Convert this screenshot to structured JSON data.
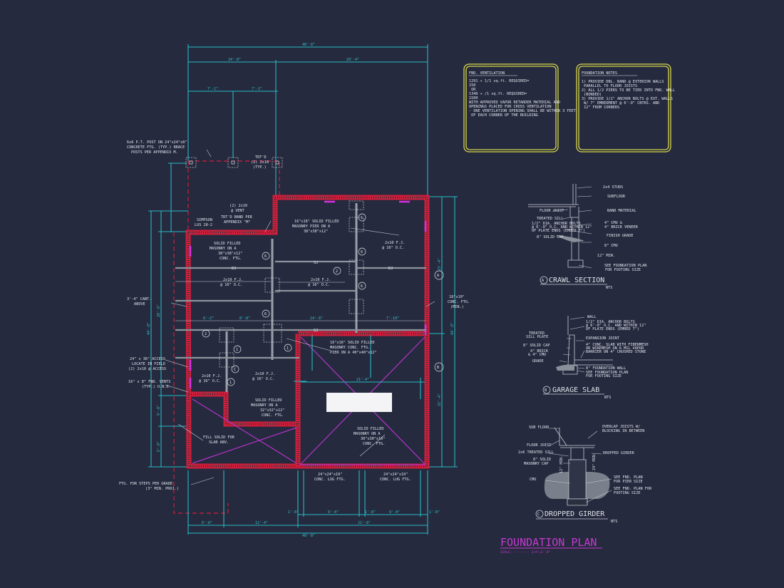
{
  "colors": {
    "background": "#262a3e",
    "dimension": "#27b9c4",
    "wall": "#d01e3c",
    "slab": "#b433c9",
    "notes_border": "#d6d84c",
    "title": "#c43ad0"
  },
  "title": {
    "main": "FOUNDATION PLAN",
    "scale": "SCALE: -------- 1/4\"=1'-0\""
  },
  "ventilation": {
    "heading": "FND. VENTILATION",
    "lines": [
      "1291 ÷     1/1 sq.ft. REQUIRED=",
      "150",
      "         OR",
      "1340 ÷      /1 sq.ft. REQUIRED=",
      "1500",
      "WITH APPROVED VAPOR RETARDER MATERIAL AND",
      "OPENINGS PLACED FOR CROSS VENTILATION",
      "",
      "· ONE VENTILATION OPENING SHALL BE WITHIN 3 FEET",
      "  OF EACH CORNER OF THE BUILDING"
    ]
  },
  "notes": {
    "heading": "FOUNDATION NOTES",
    "lines": [
      "1) PROVIDE DBL. BAND @ EXTERIOR WALLS",
      "   PARALLEL TO FLOOR JOISTS",
      "2) ALL 1/2 PIERS TO BE TIED INTO FND. WALL",
      "   (BONDED)",
      "3) PROVIDE 1/2\" ANCHOR BOLTS @ EXT. WALLS",
      "   W/ 7\" EMBEDMENT @ 6'-0\" CNTRS. AND",
      "   12\" FROM CORNERS"
    ]
  },
  "dims": {
    "top_total": "48'-8\"",
    "top_left": "14'-8\"",
    "top_right": "29'-4\"",
    "post_1": "7'-1\"",
    "post_2": "7'-1\"",
    "bottom_total": "48'-8\"",
    "bottom_1": "6'-8\"",
    "bottom_2": "12'-4\"",
    "bottom_3": "21'-8\"",
    "bottom_sub_1": "1'-8\"",
    "bottom_sub_2": "9'-4\"",
    "bottom_sub_3": "1'-8\"",
    "bottom_sub_4": "9'-4\"",
    "bottom_sub_5": "1'-8\"",
    "left_total": "44'-8\"",
    "left_1": "28'-8\"",
    "left_2": "9'-8\"",
    "left_3": "6'-8\"",
    "right_total": "44'-8\"",
    "right_1": "23'-4\"",
    "right_2": "21'-4\"",
    "garage_width": "21'-4\"",
    "span_1": "6'-2\"",
    "span_2": "8'-8\"",
    "span_3": "14'-8\"",
    "span_4": "7'-10\""
  },
  "plan_labels": {
    "post": [
      "6x6 P.T. POST ON 24\"x24\"x8\"",
      "CONCRETE FTG. (TYP.) BRACE",
      "POSTS PER APPENDIX M."
    ],
    "trtd": [
      "TRT'D",
      "(2) 2x10",
      "(TYP.)"
    ],
    "simpson": [
      "SIMPSON",
      "LUS 28-2"
    ],
    "vent": [
      "(2) 2x10",
      "@ VENT"
    ],
    "band": [
      "TRT'D BAND PER",
      "APPENDIX \"M\""
    ],
    "pier16": [
      "16\"x16\" SOLID FILLED",
      "MASONRY PIER ON A",
      "38\"x38\"x12\""
    ],
    "solid38": [
      "SOLID FILLED",
      "MASONRY ON A",
      "38\"x38\"x12\"",
      "CONC. FTG."
    ],
    "fj": [
      "2x10 F.J.",
      "@ 16\" O.C."
    ],
    "cant": [
      "3'-4\" CANT.",
      "ABOVE"
    ],
    "ftg18": [
      "18\"x10\"",
      "CONC. FTG.",
      "(MIN.)"
    ],
    "access": [
      "24\" x 36\" ACCESS",
      "LOCATE IN FIELD",
      "(2) 2x10 @ ACCESS"
    ],
    "vents": [
      "16\" x 8\" FND. VENTS",
      "(TYP.) U.N.O."
    ],
    "pier40": [
      "16\"x16\" SOLID FILLED",
      "MASONRY CONC. FTG.",
      "PIER ON A 40\"x40\"x12\""
    ],
    "solid32": [
      "SOLID FILLED",
      "MASONRY ON A",
      "32\"x32\"x12\"",
      "CONC. FTG."
    ],
    "fill": [
      "FILL SOLID FOR",
      "SLAB ABV."
    ],
    "solid30": [
      "SOLID FILLED",
      "MASONRY ON A",
      "30\"x30\"x10\"",
      "CONC. FTG."
    ],
    "lug": [
      "24\"x24\"x10\"",
      "CONC. LUG FTG."
    ],
    "steps": [
      "FTG. FOR STEPS PER GRADE",
      "(3\" MIN. PROJ.)"
    ],
    "dj": "DJ",
    "sj": "SJ",
    "marks": [
      "1",
      "2",
      "6",
      "C",
      "A",
      "B"
    ]
  },
  "sections": {
    "a": {
      "letter": "A",
      "title": "CRAWL SECTION",
      "nts": "NTS",
      "labels": [
        "2x4 STUDS",
        "SUBFLOOR",
        "FLOOR JOIST",
        "BAND MATERIAL",
        "TREATED SILL",
        "1/2\" DIA. ANCHOR BOLTS",
        "@ 6'-0\" O.C. AND WITHIN 12\"",
        "OF PLATE ENDS (EMBED 7\")",
        "4\" CMU &",
        "4\" BRICK VENEER",
        "8\" SOLID CAP",
        "FINISH GRADE",
        "8\" CMU",
        "12\" MIN.",
        "SEE FOUNDATION PLAN",
        "FOR FOOTING SIZE"
      ]
    },
    "b": {
      "letter": "B",
      "title": "GARAGE SLAB",
      "nts": "NTS",
      "labels": [
        "WALL",
        "1/2\" DIA. ANCHOR BOLTS",
        "@ 6'-0\" O.C. AND WITHIN 12\"",
        "OF PLATE ENDS (EMBED 7\")",
        "TREATED",
        "SILL PLATE",
        "EXPANSION JOINT",
        "8\" SOLID CAP",
        "4\" CONC. SLAB WITH FIBERMESH",
        "OR WIREMESH ON 6 MIL VAPOR",
        "BARRIER ON 4\" CRUSHED STONE",
        "4\" BRICK",
        "& 4\" CMU",
        "GRADE",
        "8\" FOUNDATION WALL",
        "SEE FOUNDATION PLAN",
        "FOR FOOTING SIZE"
      ]
    },
    "c": {
      "letter": "C",
      "title": "DROPPED GIRDER",
      "nts": "NTS",
      "labels": [
        "SUB FLOOR",
        "OVERLAP JOISTS W/",
        "BLOCKING IN BETWEEN",
        "FLOOR JOIST",
        "2x6 TREATED SILL",
        "DROPPED GIRDER",
        "8\" SOLID",
        "MASONRY CAP",
        "CMU",
        "SEE FND. PLAN",
        "FOR PIER SIZE",
        "SEE FND. PLAN FOR",
        "FOOTING SIZE",
        "12\" MIN.",
        "24\" MIN."
      ]
    }
  }
}
